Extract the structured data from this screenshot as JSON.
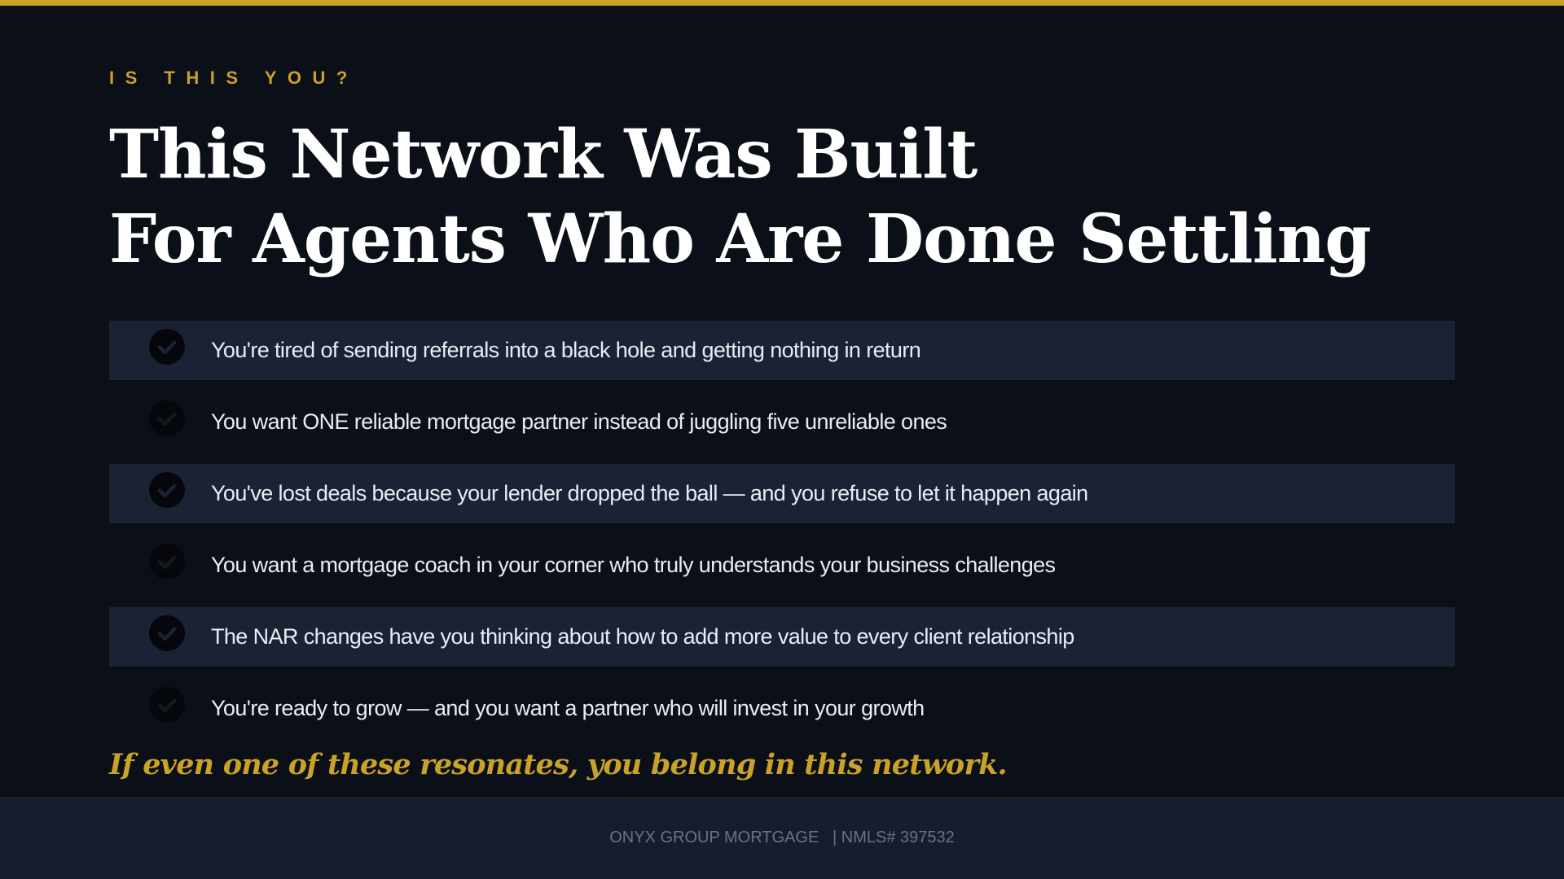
{
  "colors": {
    "background": "#0b0f17",
    "accent_gold": "#c9a227",
    "row_shade": "#1b2234",
    "footer_bg": "#161d2c",
    "footer_text": "#6b7383",
    "check_circle": "#05070c"
  },
  "eyebrow": "IS THIS YOU?",
  "headline": {
    "line1": "This Network Was Built",
    "line2": "For Agents Who Are Done Settling"
  },
  "checklist": {
    "icon": "check-circle-icon",
    "items": [
      {
        "text": "You're tired of sending referrals into a black hole and getting nothing in return",
        "shaded": true
      },
      {
        "text": "You want ONE reliable mortgage partner instead of juggling five unreliable ones",
        "shaded": false
      },
      {
        "text": "You've lost deals because your lender dropped the ball — and you refuse to let it happen again",
        "shaded": true
      },
      {
        "text": "You want a mortgage coach in your corner who truly understands your business challenges",
        "shaded": false
      },
      {
        "text": "The NAR changes have you thinking about how to add more value to every client relationship",
        "shaded": true
      },
      {
        "text": "You're ready to grow — and you want a partner who will invest in your growth",
        "shaded": false
      }
    ]
  },
  "tagline": "If even one of these resonates, you belong in this network.",
  "footer": {
    "company": "ONYX GROUP MORTGAGE",
    "separator": "|",
    "nmls": "NMLS# 397532"
  }
}
